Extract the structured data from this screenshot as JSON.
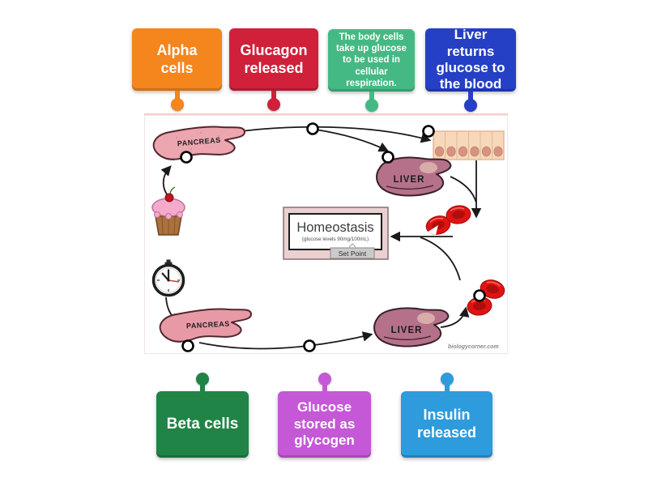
{
  "colors": {
    "alpha_cells": "#F5851D",
    "glucagon_released": "#D0203A",
    "body_cells_respiration": "#45B984",
    "liver_returns_glucose": "#2540C4",
    "beta_cells": "#1F8446",
    "glucose_stored": "#C558D6",
    "insulin_released": "#2D9BDC",
    "arrow": "#1a1a1a",
    "drop_point_ring": "#000000"
  },
  "top_labels": [
    {
      "label": "Alpha cells",
      "color": "#F5851D"
    },
    {
      "label": "Glucagon released",
      "color": "#D0203A"
    },
    {
      "label": "The body cells take up glucose to be used in cellular respiration.",
      "color": "#45B984"
    },
    {
      "label": "Liver returns glucose to the blood",
      "color": "#2540C4"
    }
  ],
  "bottom_labels": [
    {
      "label": "Beta cells",
      "color": "#1F8446"
    },
    {
      "label": "Glucose stored as glycogen",
      "color": "#C558D6"
    },
    {
      "label": "Insulin released",
      "color": "#2D9BDC"
    }
  ],
  "diagram": {
    "organs": {
      "pancreas_top": "PANCREAS",
      "liver_top": "LIVER",
      "pancreas_bottom": "PANCREAS",
      "liver_bottom": "LIVER"
    },
    "homeostasis": {
      "title": "Homeostasis",
      "subtitle": "(glucose levels 90mg/100mL)",
      "set_point": "Set Point"
    },
    "watermark": "biologycorner.com"
  }
}
